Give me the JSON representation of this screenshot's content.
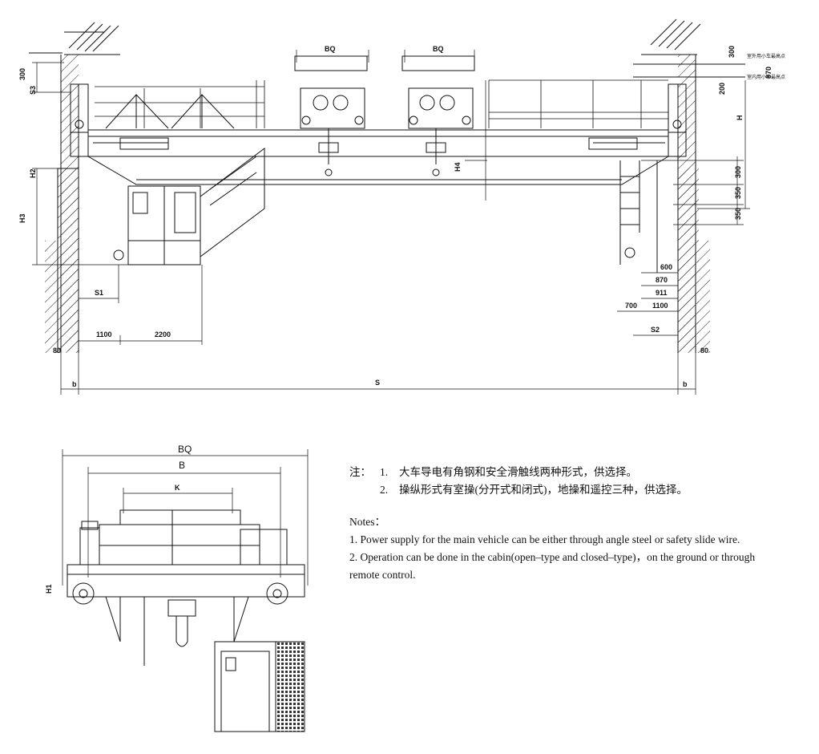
{
  "dimensions": {
    "BQ": "BQ",
    "B": "B",
    "K": "K",
    "H": "H",
    "H1": "H1",
    "H2": "H2",
    "H3": "H3",
    "H4": "H4",
    "S": "S",
    "S1": "S1",
    "S2": "S2",
    "S3": "S3",
    "b": "b",
    "d300a": "300",
    "d300b": "300",
    "d300c": "300",
    "d200": "200",
    "d870": "870",
    "d350a": "350",
    "d350b": "350",
    "d600": "600",
    "d870b": "870",
    "d911": "911",
    "d700": "700",
    "d1100a": "1100",
    "d1100b": "1100",
    "d2200": "2200",
    "d80a": "80",
    "d80b": "80"
  },
  "height_labels": {
    "outdoor": "室外用小车最高点",
    "indoor": "室内用小车最高点"
  },
  "notes_zh": {
    "heading": "注：",
    "items": [
      {
        "num": "1.",
        "text": "大车导电有角钢和安全滑触线两种形式，供选择。"
      },
      {
        "num": "2.",
        "text": "操纵形式有室操(分开式和闭式)，地操和遥控三种，供选择。"
      }
    ]
  },
  "notes_en": {
    "heading": "Notes：",
    "items": [
      "1.  Power supply for the main vehicle can be either through angle steel or safety slide wire.",
      "2.  Operation can be done in the cabin(open–type and closed–type)，on the ground or through remote control."
    ]
  }
}
